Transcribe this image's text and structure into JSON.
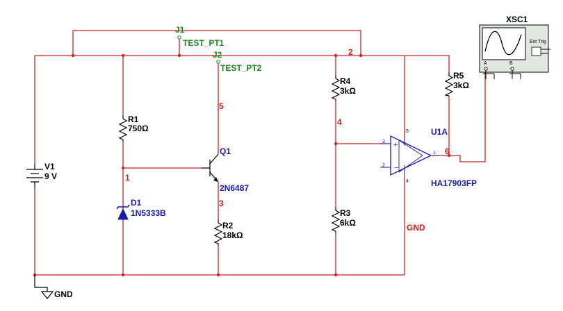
{
  "colors": {
    "wire": "#cc2222",
    "component": "#000000",
    "label_blue": "#1a1aa8",
    "label_green": "#1a8a1a",
    "net_red": "#cc2222",
    "scope_bg": "#dfe7df",
    "scope_screen": "#ffffff"
  },
  "components": {
    "V1": {
      "ref": "V1",
      "value": "9 V"
    },
    "R1": {
      "ref": "R1",
      "value": "750Ω"
    },
    "D1": {
      "ref": "D1",
      "value": "1N5333B"
    },
    "Q1": {
      "ref": "Q1",
      "value": "2N6487"
    },
    "R2": {
      "ref": "R2",
      "value": "18kΩ"
    },
    "R3": {
      "ref": "R3",
      "value": "6kΩ"
    },
    "R4": {
      "ref": "R4",
      "value": "3kΩ"
    },
    "R5": {
      "ref": "R5",
      "value": "3kΩ"
    },
    "U1A": {
      "ref": "U1A",
      "value": "HA17903FP",
      "pins": {
        "plus": "3",
        "minus": "2",
        "out": "1",
        "vcc": "8",
        "vee": "4"
      }
    },
    "J1": {
      "ref": "J1",
      "label": "TEST_PT1"
    },
    "J2": {
      "ref": "J2",
      "label": "TEST_PT2"
    },
    "XSC1": {
      "ref": "XSC1",
      "ch_a": "A",
      "ch_b": "B",
      "ext_trig": "Ext Trig"
    }
  },
  "nets": {
    "n1": "1",
    "n2": "2",
    "n3": "3",
    "n4": "4",
    "n5": "5",
    "n6": "6",
    "gnd_label": "GND"
  },
  "ground": {
    "label": "GND"
  }
}
